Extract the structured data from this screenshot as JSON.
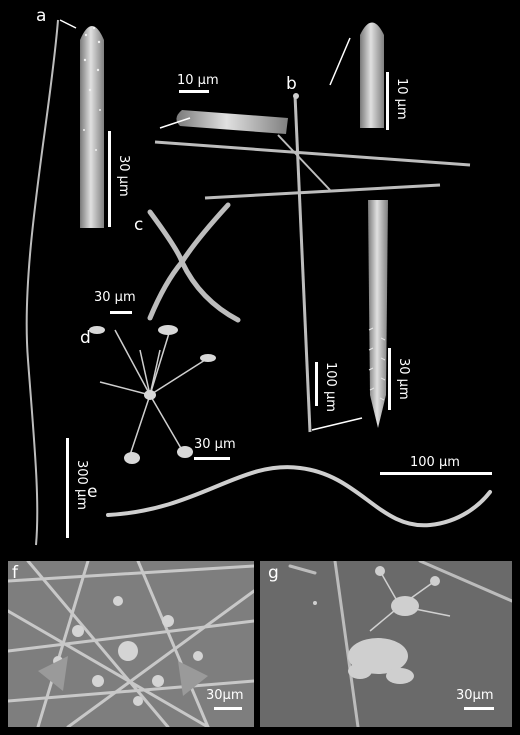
{
  "panel_labels": {
    "a": "a",
    "b": "b",
    "c": "c",
    "d": "d",
    "e": "e",
    "f": "f",
    "g": "g"
  },
  "scale_bars": {
    "a_detail": "30 µm",
    "a_whole": "300 µm",
    "b_inset_left": "10 µm",
    "b_inset_right": "10 µm",
    "b_whole": "100 µm",
    "b_detail": "30 µm",
    "c": "30 µm",
    "d": "30 µm",
    "e": "100 µm",
    "f": "30µm",
    "g": "30µm"
  },
  "colors": {
    "background": "#000000",
    "spicule": "#bdbdbd",
    "label": "#ffffff",
    "sem_f": "#8a8a8a",
    "sem_g": "#6e6e6e"
  }
}
